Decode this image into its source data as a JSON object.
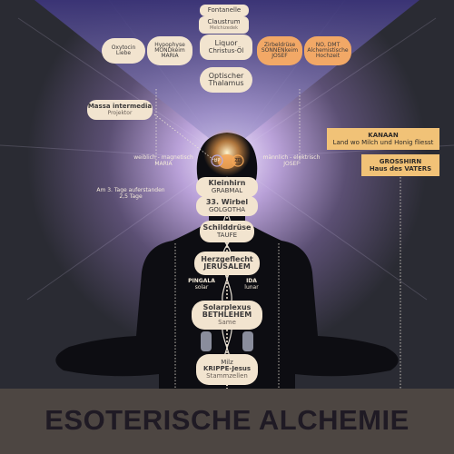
{
  "colors": {
    "pill": "#f2e4cf",
    "orange_pill": "#f2a866",
    "gold_box": "#f1c277",
    "footer": "#4d4642"
  },
  "top": {
    "fontanelle": "Fontanelle",
    "claustrum": {
      "title": "Claustrum",
      "sub": "Melchizedek"
    },
    "liquor": {
      "title": "Liquor",
      "sub": "Christus-Öl"
    },
    "oxytocin": {
      "line1": "Oxytocin",
      "line2": "Liebe"
    },
    "hypophyse": {
      "line1": "Hypophyse",
      "line2": "MONDkeim",
      "line3": "MARIA"
    },
    "zirbeldruese": {
      "line1": "Zirbeldrüse",
      "line2": "SONNENkeim",
      "line3": "JOSEF"
    },
    "dmt": {
      "line1": "NO, DMT",
      "line2": "Alchemistische",
      "line3": "Hochzeit"
    },
    "thalamus": {
      "line1": "Optischer",
      "line2": "Thalamus"
    }
  },
  "massa": {
    "title": "Massa intermedia",
    "sub": "Projektor"
  },
  "left_label": {
    "line1": "weiblich - magnetisch",
    "line2": "MARIA"
  },
  "right_label": {
    "line1": "männlich - elektrisch",
    "line2": "JOSEF"
  },
  "hp_label": "HP",
  "zd_label": "ZD",
  "kanaan": {
    "title": "KANAAN",
    "sub": "Land wo Milch und Honig fliesst"
  },
  "grosshirn": {
    "title": "GROSSHIRN",
    "sub": "Haus des VATERS"
  },
  "third_day": {
    "line1": "Am 3. Tage auferstanden",
    "line2": "2,5 Tage"
  },
  "spine": [
    {
      "line1": "Kleinhirn",
      "line2": "GRABMAL"
    },
    {
      "line1": "33. Wirbel",
      "line2": "GOLGOTHA"
    },
    {
      "line1": "Schilddrüse",
      "line2": "TAUFE"
    },
    {
      "line1": "Herzgeflecht",
      "line2": "JERUSALEM"
    },
    {
      "line1": "Solarplexus",
      "line2": "BETHLEHEM",
      "line3": "Same"
    },
    {
      "line1": "Milz",
      "line2": "KRIPPE-Jesus",
      "line3": "Stammzellen"
    }
  ],
  "pingala": {
    "title": "PINGALA",
    "sub": "solar"
  },
  "ida": {
    "title": "IDA",
    "sub": "lunar"
  },
  "footer_title": "ESOTERISCHE ALCHEMIE"
}
